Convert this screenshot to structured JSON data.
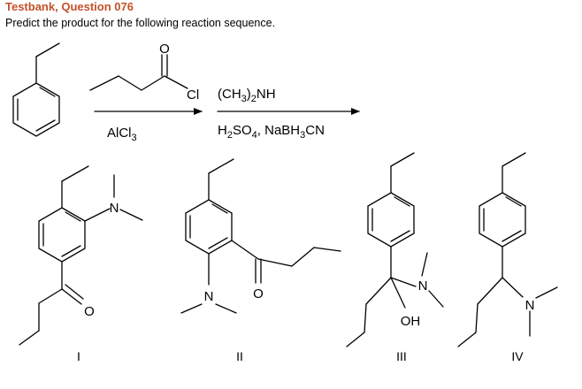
{
  "header": {
    "title": "Testbank, Question 076",
    "prompt": "Predict the product for the following reaction sequence."
  },
  "reaction": {
    "step1": {
      "reagent": "AlCl",
      "reagent_sub": "3"
    },
    "step2": {
      "above_a": "(CH",
      "above_sub": "3",
      "above_b": ")",
      "above_sub2": "2",
      "above_c": "NH",
      "below_a": "H",
      "below_sub1": "2",
      "below_b": "SO",
      "below_sub2": "4",
      "below_c": ", NaBH",
      "below_sub3": "3",
      "below_d": "CN"
    },
    "acyl_chloride": {
      "oxygen": "O",
      "chlorine": "Cl"
    }
  },
  "choices": [
    {
      "numeral": "I",
      "atoms": {
        "n": "N",
        "o": "O"
      }
    },
    {
      "numeral": "II",
      "atoms": {
        "n": "N",
        "o": "O"
      }
    },
    {
      "numeral": "III",
      "atoms": {
        "n": "N",
        "oh": "OH"
      }
    },
    {
      "numeral": "IV",
      "atoms": {
        "n": "N"
      }
    }
  ]
}
